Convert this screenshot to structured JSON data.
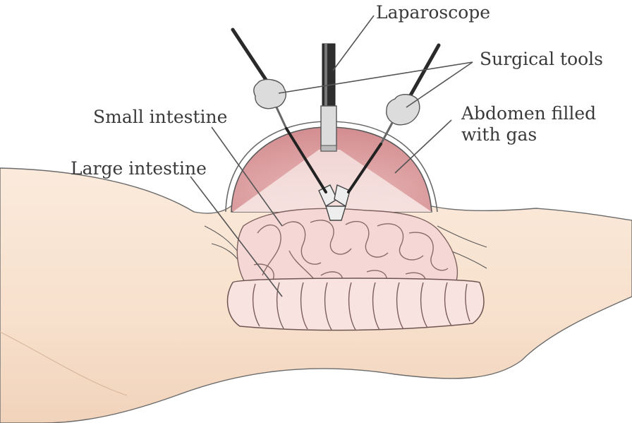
{
  "labels": {
    "laparoscope": "Laparoscope",
    "surgical_tools": "Surgical tools",
    "small_intestine": "Small intestine",
    "abdomen_line1": "Abdomen filled",
    "abdomen_line2": "with gas",
    "large_intestine": "Large intestine"
  },
  "colors": {
    "skin": "#f7e2cf",
    "skin_shadow": "#eecfb6",
    "gas_dome": "#d99a9c",
    "gas_light": "#efd2d0",
    "intestine": "#f6dad7",
    "intestine_outline": "#8a6a66",
    "outline": "#555555",
    "tool": "#2a2a2a",
    "tool_grip": "#dcdcdc"
  }
}
